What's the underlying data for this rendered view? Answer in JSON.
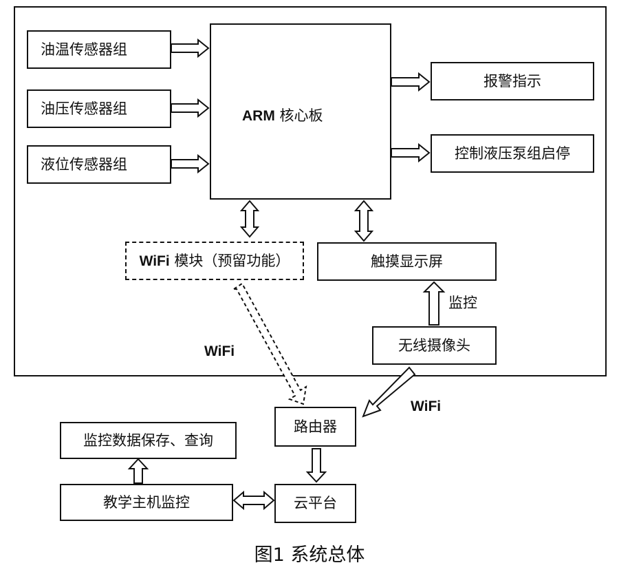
{
  "diagram": {
    "sensors": [
      {
        "label": "油温传感器组"
      },
      {
        "label": "油压传感器组"
      },
      {
        "label": "液位传感器组"
      }
    ],
    "core": {
      "prefix": "ARM",
      "suffix": " 核心板"
    },
    "outputs": [
      {
        "label": "报警指示"
      },
      {
        "label": "控制液压泵组启停"
      }
    ],
    "wifi_module": {
      "prefix": "WiFi",
      "suffix": " 模块（预留功能）"
    },
    "touchscreen": {
      "label": "触摸显示屏"
    },
    "monitor_label": "监控",
    "camera": {
      "label": "无线摄像头"
    },
    "wifi_label_left": "WiFi",
    "wifi_label_right": "WiFi",
    "router": {
      "label": "路由器"
    },
    "cloud": {
      "label": "云平台"
    },
    "teaching_host": {
      "label": "教学主机监控"
    },
    "data_store": {
      "label": "监控数据保存、查询"
    },
    "caption": "图1  系统总体"
  }
}
